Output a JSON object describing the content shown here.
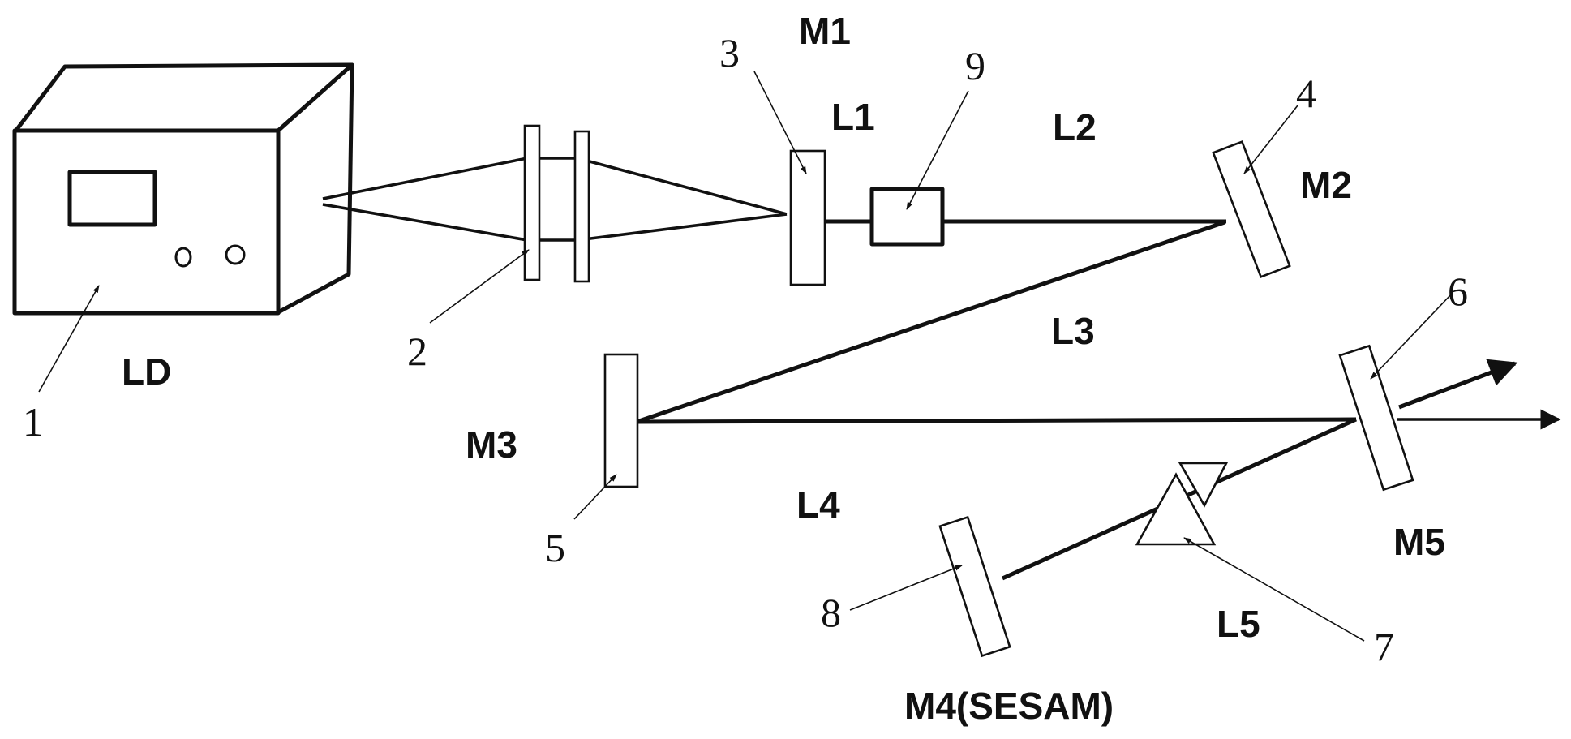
{
  "labels": {
    "ld": "LD",
    "m1": "M1",
    "m2": "M2",
    "m3": "M3",
    "m4": "M4(SESAM)",
    "m5": "M5",
    "l1": "L1",
    "l2": "L2",
    "l3": "L3",
    "l4": "L4",
    "l5": "L5"
  },
  "callouts": {
    "c1": "1",
    "c2": "2",
    "c3": "3",
    "c4": "4",
    "c5": "5",
    "c6": "6",
    "c7": "7",
    "c8": "8",
    "c9": "9"
  },
  "colors": {
    "line": "#111111",
    "background": "#ffffff"
  }
}
